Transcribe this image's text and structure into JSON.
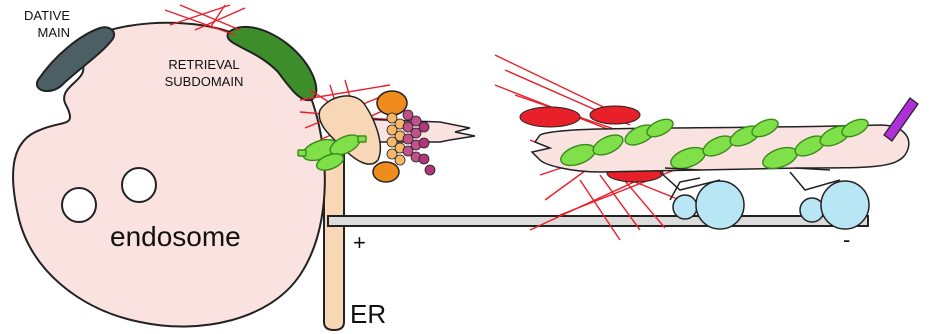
{
  "labels": {
    "degradative_line1": "DATIVE",
    "degradative_line2": "MAIN",
    "retrieval_line1": "RETRIEVAL",
    "retrieval_line2": "SUBDOMAIN",
    "endosome": "endosome",
    "er": "ER",
    "plus_end": "+",
    "minus_end": "-"
  },
  "colors": {
    "endosome_fill": "#f9e2e0",
    "degradative_domain": "#4b5f64",
    "retrieval_domain": "#3d8e2a",
    "actin": "#e8202a",
    "microtubule": "#dcdcdc",
    "er_tube": "#f7d7b5",
    "motor": "#b8e6f4",
    "cargo_green": "#7fe04a",
    "orange_protein": "#f08c1e",
    "purple_marker": "#b030d8"
  }
}
